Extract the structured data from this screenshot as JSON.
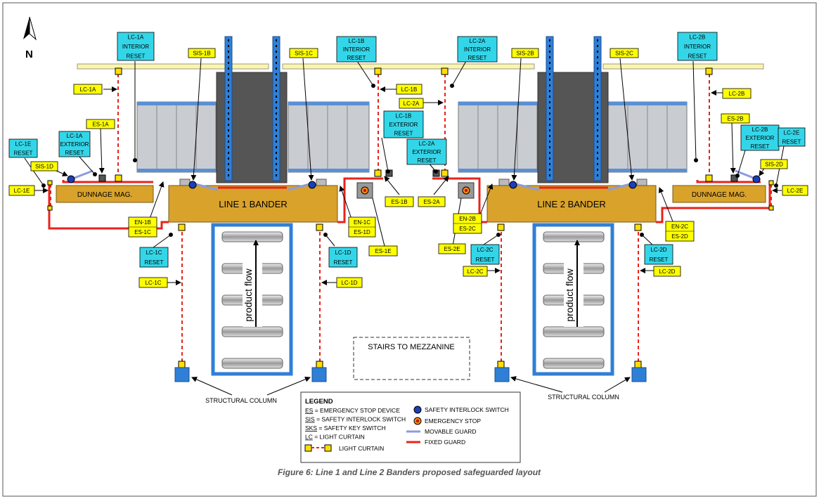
{
  "caption": "Figure 6: Line 1 and Line 2 Banders proposed safeguarded layout",
  "north": "N",
  "areas": {
    "line1": "LINE 1 BANDER",
    "line2": "LINE 2 BANDER",
    "dunnage_left": "DUNNAGE MAG.",
    "dunnage_right": "DUNNAGE MAG.",
    "stairs": "STAIRS TO MEZZANINE",
    "flow1": "product flow",
    "flow2": "product flow",
    "column_left": "STRUCTURAL COLUMN",
    "column_right": "STRUCTURAL COLUMN"
  },
  "labels": {
    "lc1a_int": [
      "LC-1A",
      "INTERIOR",
      "RESET"
    ],
    "lc1b_int": [
      "LC-1B",
      "INTERIOR",
      "RESET"
    ],
    "lc2a_int": [
      "LC-2A",
      "INTERIOR",
      "RESET"
    ],
    "lc2b_int": [
      "LC-2B",
      "INTERIOR",
      "RESET"
    ],
    "lc1a_ext": [
      "LC-1A",
      "EXTERIOR",
      "RESET"
    ],
    "lc1b_ext": [
      "LC-1B",
      "EXTERIOR",
      "RESET"
    ],
    "lc2a_ext": [
      "LC-2A",
      "EXTERIOR",
      "RESET"
    ],
    "lc2b_ext": [
      "LC-2B",
      "EXTERIOR",
      "RESET"
    ],
    "lc1e_reset": [
      "LC-1E",
      "RESET"
    ],
    "lc2e_reset": [
      "LC-2E",
      "RESET"
    ],
    "lc1c_reset": [
      "LC-1C",
      "RESET"
    ],
    "lc1d_reset": [
      "LC-1D",
      "RESET"
    ],
    "lc2c_reset": [
      "LC-2C",
      "RESET"
    ],
    "lc2d_reset": [
      "LC-2D",
      "RESET"
    ],
    "sis1b": "SIS-1B",
    "sis1c": "SIS-1C",
    "sis2b": "SIS-2B",
    "sis2c": "SIS-2C",
    "sis1d": "SIS-1D",
    "sis2d": "SIS-2D",
    "lc1a": "LC-1A",
    "lc1b": "LC-1B",
    "lc2a": "LC-2A",
    "lc2b": "LC-2B",
    "lc1c": "LC-1C",
    "lc1d": "LC-1D",
    "lc2c": "LC-2C",
    "lc2d": "LC-2D",
    "lc1e": "LC-1E",
    "lc2e": "LC-2E",
    "es1a": "ES-1A",
    "es1b": "ES-1B",
    "es2a": "ES-2A",
    "es2b": "ES-2B",
    "es1e": "ES-1E",
    "es2e": "ES-2E",
    "en1b_es1c": [
      "EN-1B",
      "ES-1C"
    ],
    "en1c_es1d": [
      "EN-1C",
      "ES-1D"
    ],
    "en2b_es2c": [
      "EN-2B",
      "ES-2C"
    ],
    "en2c_es2d": [
      "EN-2C",
      "ES-2D"
    ]
  },
  "legend": {
    "title": "LEGEND",
    "items": [
      {
        "abbr": "ES",
        "text": " = EMERGENCY STOP DEVICE"
      },
      {
        "abbr": "SIS",
        "text": " = SAFETY INTERLOCK SWITCH"
      },
      {
        "abbr": "SKS",
        "text": " = SAFETY KEY SWITCH"
      },
      {
        "abbr": "LC",
        "text": " = LIGHT CURTAIN"
      }
    ],
    "light_curtain": "LIGHT CURTAIN",
    "symbols": [
      "SAFETY INTERLOCK SWITCH",
      "EMERGENCY STOP",
      "MOVABLE GUARD",
      "FIXED GUARD"
    ]
  },
  "colors": {
    "bander": "#d9a22b",
    "yellow_label": "#ffff00",
    "cyan_label": "#33d6e8",
    "fixed_guard": "#e8231c",
    "movable_guard": "#8c9be0",
    "column_blue": "#2f7fd6",
    "interlock": "#1a3fb8"
  }
}
